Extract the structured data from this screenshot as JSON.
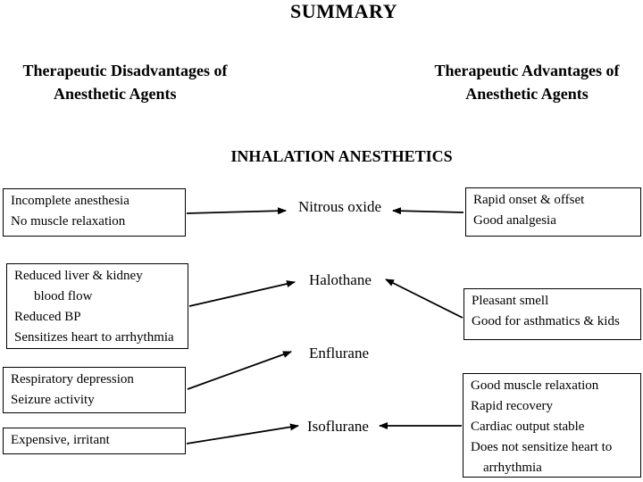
{
  "title": "SUMMARY",
  "left_header": [
    "Therapeutic Disadvantages of",
    "Anesthetic Agents"
  ],
  "right_header": [
    "Therapeutic Advantages of",
    "Anesthetic Agents"
  ],
  "section_title": "INHALATION ANESTHETICS",
  "agents": [
    "Nitrous oxide",
    "Halothane",
    "Enflurane",
    "Isoflurane"
  ],
  "disadvantages": {
    "nitrous_oxide": [
      "Incomplete anesthesia",
      "No muscle relaxation"
    ],
    "halothane": [
      "Reduced liver & kidney",
      "blood flow",
      "Reduced BP",
      "Sensitizes heart to arrhythmia"
    ],
    "enflurane": [
      "Respiratory depression",
      "Seizure activity"
    ],
    "isoflurane": [
      "Expensive, irritant"
    ]
  },
  "advantages": {
    "nitrous_oxide": [
      "Rapid onset & offset",
      "Good analgesia"
    ],
    "halothane": [
      "Pleasant smell",
      "Good for asthmatics & kids"
    ],
    "isoflurane": [
      "Good muscle relaxation",
      "Rapid recovery",
      "Cardiac output stable",
      "Does not sensitize heart to",
      "arrhythmia"
    ]
  }
}
